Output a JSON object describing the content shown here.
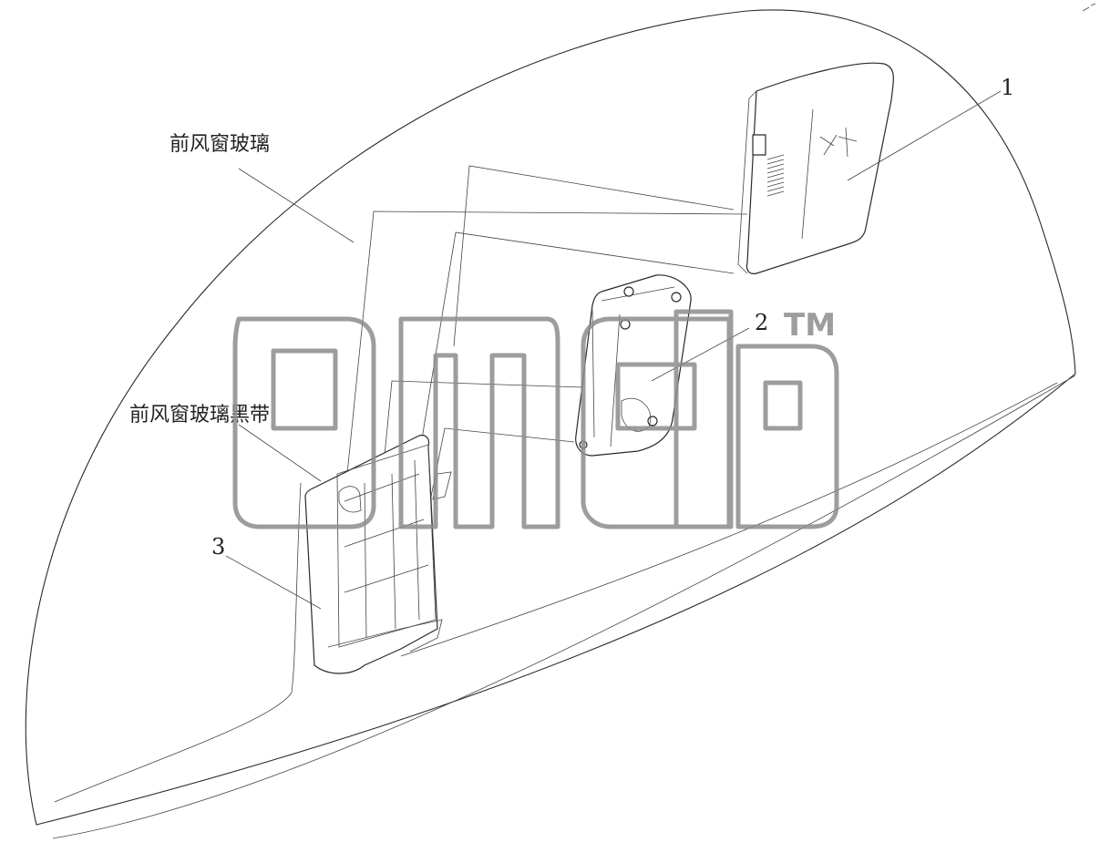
{
  "labels": {
    "windshield": "前风窗玻璃",
    "windshield_black_band": "前风窗玻璃黑带"
  },
  "callouts": {
    "part_1": "1",
    "part_2": "2",
    "part_3": "3"
  },
  "watermark": {
    "logo_text": "omdb",
    "trademark": "TM"
  }
}
